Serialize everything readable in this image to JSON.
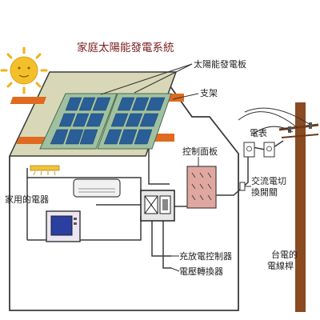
{
  "title": "家庭太陽能發電系統",
  "labels": {
    "solar_panel": "太陽能發電板",
    "bracket": "支架",
    "meter": "電表",
    "control_panel": "控制面板",
    "household_appliances": "家用的電器",
    "ac_switch_line1": "交流電切",
    "ac_switch_line2": "換開關",
    "charge_controller": "充放電控制器",
    "inverter": "電壓轉換器",
    "pole_line1": "台電的",
    "pole_line2": "電線桿"
  },
  "colors": {
    "panel_cell": "#2a5e96",
    "panel_frame": "#9fc1a2",
    "roof": "#d8d8b8",
    "bracket": "#e06a1f",
    "sun": "#f2c02a",
    "control_panel": "#e0a7a0",
    "pole": "#8a4a22",
    "title": "#7a1c1c"
  }
}
